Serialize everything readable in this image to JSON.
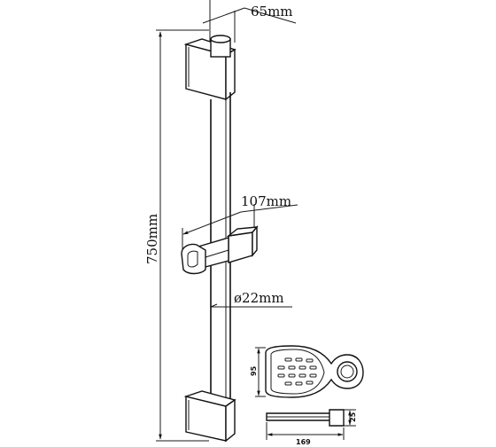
{
  "dimensions": {
    "top_width": "65mm",
    "holder_width": "107mm",
    "rail_diameter": "ø22mm",
    "rail_length": "750mm",
    "dish_width": "169",
    "dish_depth": "95",
    "dish_height": "25"
  },
  "colors": {
    "line": "#111111",
    "background": "#ffffff"
  }
}
